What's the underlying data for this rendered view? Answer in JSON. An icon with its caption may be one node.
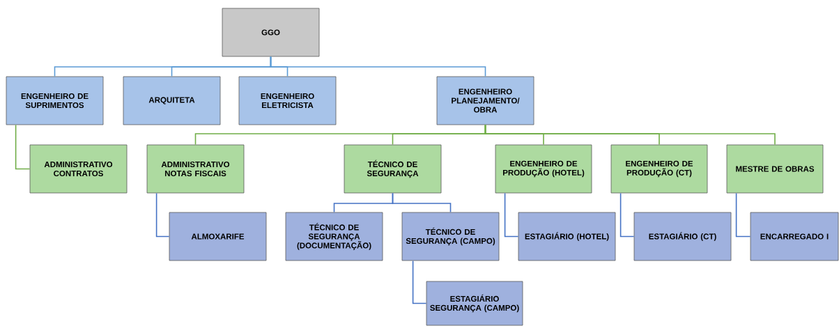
{
  "diagram": {
    "nodes": [
      {
        "text": [
          "GGO"
        ]
      },
      {
        "text": [
          "ENGENHEIRO DE SUPRIMENTOS"
        ]
      },
      {
        "text": [
          "ARQUITETA"
        ]
      },
      {
        "text": [
          "ENGENHEIRO ELETRICISTA"
        ]
      },
      {
        "text": [
          "ENGENHEIRO PLANEJAMENTO/ OBRA"
        ]
      },
      {
        "text": [
          "ADMINISTRATIVO CONTRATOS"
        ]
      },
      {
        "text": [
          "ADMINISTRATIVO NOTAS FISCAIS"
        ]
      },
      {
        "text": [
          "TÉCNICO DE SEGURANÇA"
        ]
      },
      {
        "text": [
          "ENGENHEIRO DE PRODUÇÃO (HOTEL)"
        ]
      },
      {
        "text": [
          "ENGENHEIRO DE PRODUÇÃO (CT)"
        ]
      },
      {
        "text": [
          "MESTRE DE OBRAS"
        ]
      },
      {
        "text": [
          "ALMOXARIFE"
        ]
      },
      {
        "text": [
          "TÉCNICO DE SEGURANÇA (DOCUMENTAÇÃO)"
        ]
      },
      {
        "text": [
          "TÉCNICO DE SEGURANÇA (CAMPO)"
        ]
      },
      {
        "text": [
          "ESTAGIÁRIO (HOTEL)"
        ]
      },
      {
        "text": [
          "ESTAGIÁRIO (CT)"
        ]
      },
      {
        "text": [
          "ENCARREGADO I"
        ]
      },
      {
        "text": [
          "ESTAGIÁRIO SEGURANÇA (CAMPO)"
        ]
      }
    ],
    "edges": [
      {
        "from": 0,
        "to": 1,
        "arrow": "none",
        "color": "#5b9bd5"
      },
      {
        "from": 0,
        "to": 2,
        "arrow": "none",
        "color": "#5b9bd5"
      },
      {
        "from": 0,
        "to": 3,
        "arrow": "none",
        "color": "#5b9bd5"
      },
      {
        "from": 0,
        "to": 4,
        "arrow": "none",
        "color": "#5b9bd5"
      },
      {
        "from": 1,
        "to": 5,
        "arrow": "none",
        "color": "#70ad47"
      },
      {
        "from": 4,
        "to": 6,
        "arrow": "none",
        "color": "#70ad47"
      },
      {
        "from": 4,
        "to": 7,
        "arrow": "none",
        "color": "#70ad47"
      },
      {
        "from": 4,
        "to": 8,
        "arrow": "none",
        "color": "#70ad47"
      },
      {
        "from": 4,
        "to": 9,
        "arrow": "none",
        "color": "#70ad47"
      },
      {
        "from": 4,
        "to": 10,
        "arrow": "none",
        "color": "#70ad47"
      },
      {
        "from": 6,
        "to": 11,
        "arrow": "none"
      },
      {
        "from": 7,
        "to": 12,
        "arrow": "none"
      },
      {
        "from": 7,
        "to": 13,
        "arrow": "none"
      },
      {
        "from": 8,
        "to": 14,
        "arrow": "none"
      },
      {
        "from": 9,
        "to": 15,
        "arrow": "none"
      },
      {
        "from": 10,
        "to": 16,
        "arrow": "none"
      },
      {
        "from": 13,
        "to": 17,
        "arrow": "none"
      }
    ]
  }
}
